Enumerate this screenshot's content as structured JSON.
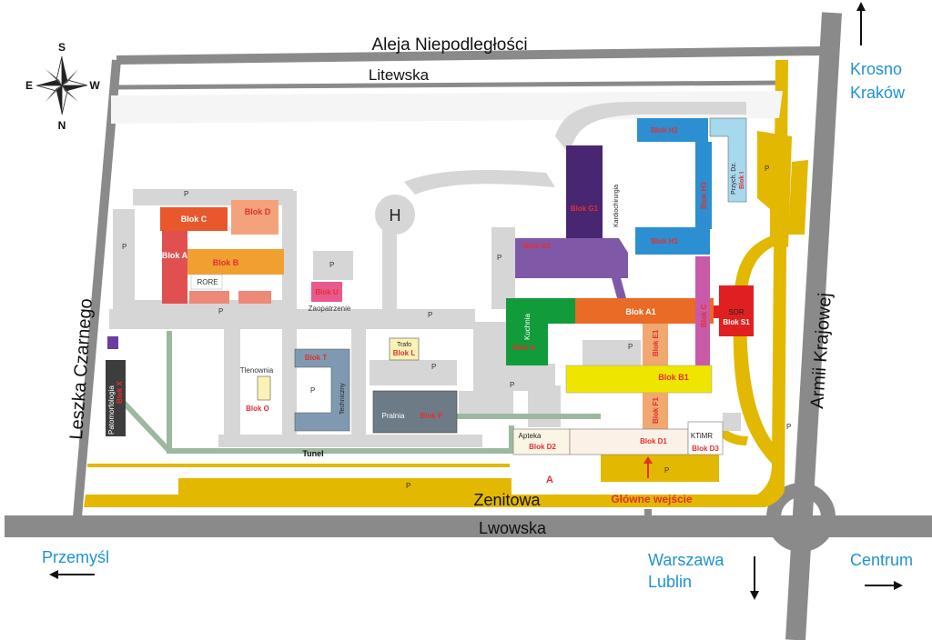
{
  "streets": {
    "aleja": "Aleja Niepodległości",
    "litewska": "Litewska",
    "lwowska": "Lwowska",
    "zenitowa": "Zenitowa",
    "armii": "Armii Krajowej",
    "leszka": "Leszka Czarnego",
    "tunel": "Tunel"
  },
  "compass": {
    "n": "N",
    "s": "S",
    "e": "E",
    "w": "W"
  },
  "directions": {
    "krosno": "Krosno",
    "krakow": "Kraków",
    "przemysl": "Przemyśl",
    "warszawa": "Warszawa",
    "lublin": "Lublin",
    "centrum": "Centrum"
  },
  "helipad": "H",
  "parking": "P",
  "entrance": {
    "label": "Główne wejście",
    "marker": "A"
  },
  "buildings": {
    "blok_c": "Blok C",
    "blok_d": "Blok D",
    "blok_a": "Blok A",
    "blok_b": "Blok B",
    "rore": "RORE",
    "blok_u": "Blok U",
    "zaopatrzenie": "Zaopatrzenie",
    "patomorfologia": "Patomorfologia",
    "blok_x": "Blok X",
    "blok_t": "Blok T",
    "techniczny": "Techniczny",
    "tlenownia": "Tlenownia",
    "blok_o": "Blok O",
    "trafo": "Trafo",
    "blok_l": "Blok L",
    "pralnia": "Pralnia",
    "blok_p": "Blok P",
    "blok_h2": "Blok H2",
    "blok_h3": "Blok H3",
    "blok_h1": "Blok H1",
    "przych_dz": "Przych. Dz.",
    "blok_i": "Blok I",
    "blok_g1": "Blok G1",
    "kardiochirurgia": "Kardiochirurgia",
    "blok_g2": "Blok G2",
    "kuchnia": "Kuchnia",
    "blok_k": "Blok K",
    "blok_a1": "Blok A1",
    "blok_c2": "Blok C",
    "sor": "SOR",
    "blok_s1": "Blok S1",
    "blok_e1": "Blok E1",
    "blok_b1": "Blok B1",
    "blok_f1": "Blok F1",
    "apteka": "Apteka",
    "blok_d2": "Blok D2",
    "blok_d1": "Blok D1",
    "ktimr": "KTiMR",
    "blok_d3": "Blok D3"
  },
  "colors": {
    "street": "#8a8a8a",
    "yellow_road": "#e3b800",
    "internal_road": "#d6d6d6",
    "tunnel": "#9db89f",
    "label_red": "#e23030",
    "city_blue": "#1e93d2",
    "blok_c": "#e8582c",
    "blok_d": "#f3a27c",
    "blok_a": "#e0504f",
    "blok_b": "#f0a030",
    "blok_u": "#e85a8e",
    "blok_x": "#3d3d3d",
    "blok_t": "#7f9ab0",
    "blok_p": "#6d7b86",
    "blok_h": "#2b8fd2",
    "blok_i": "#a6d8ee",
    "blok_g1": "#482672",
    "blok_g2": "#7f59a8",
    "blok_k": "#129b3a",
    "blok_a1": "#ea6b25",
    "blok_c2": "#c95aa8",
    "blok_s1": "#e02020",
    "blok_e1": "#f0a870",
    "blok_b1": "#efe600",
    "blok_d1": "#fbf1e6",
    "apteka": "#fbf5e4"
  }
}
